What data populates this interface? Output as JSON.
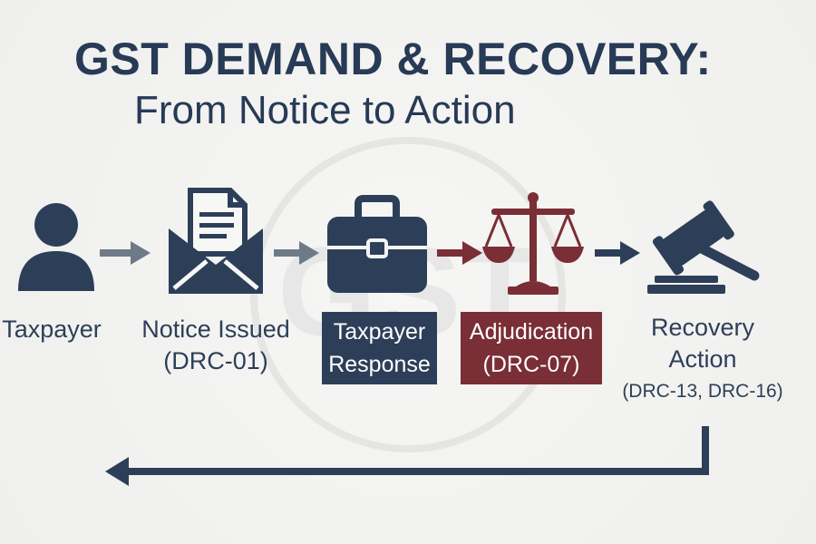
{
  "title": {
    "line1": "GST DEMAND & RECOVERY:",
    "line2": "From Notice to Action"
  },
  "colors": {
    "navy": "#2d3f58",
    "maroon": "#7a2e35",
    "arrow_grey": "#6e7a88",
    "watermark": "#e6e7e6"
  },
  "steps": [
    {
      "icon": "person-icon",
      "label_line1": "Taxpayer"
    },
    {
      "icon": "envelope-notice-icon",
      "label_line1": "Notice Issued",
      "label_line2": "(DRC-01)"
    },
    {
      "icon": "briefcase-icon",
      "label_line1": "Taxpayer",
      "label_line2": "Response"
    },
    {
      "icon": "scales-icon",
      "label_line1": "Adjudication",
      "label_line2": "(DRC-07)"
    },
    {
      "icon": "gavel-icon",
      "label_line1": "Recovery",
      "label_line2": "Action",
      "label_line3": "(DRC-13, DRC-16)"
    }
  ]
}
